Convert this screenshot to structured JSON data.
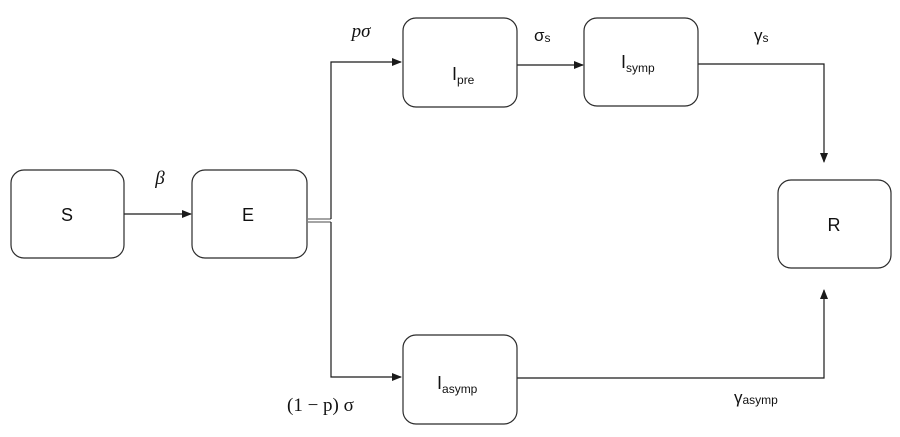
{
  "nodes": {
    "S": {
      "label": "S"
    },
    "E": {
      "label": "E"
    },
    "I_pre": {
      "label": "I",
      "sub": "pre"
    },
    "I_symp": {
      "label": "I",
      "sub": "symp"
    },
    "I_asymp": {
      "label": "I",
      "sub": "asymp"
    },
    "R": {
      "label": "R"
    }
  },
  "rates": {
    "beta": {
      "text": "β"
    },
    "p_sigma": {
      "text": "pσ"
    },
    "sigma_s": {
      "main": "σ",
      "sub": "s"
    },
    "gamma_s": {
      "main": "γ",
      "sub": "s"
    },
    "one_minus_p_sigma": {
      "text": "(1 − p) σ"
    },
    "gamma_asymp": {
      "main": "γ",
      "sub": "asymp"
    }
  },
  "colors": {
    "stroke": "#2b2b2b",
    "junction": "#6e6e6e",
    "background": "#ffffff"
  }
}
